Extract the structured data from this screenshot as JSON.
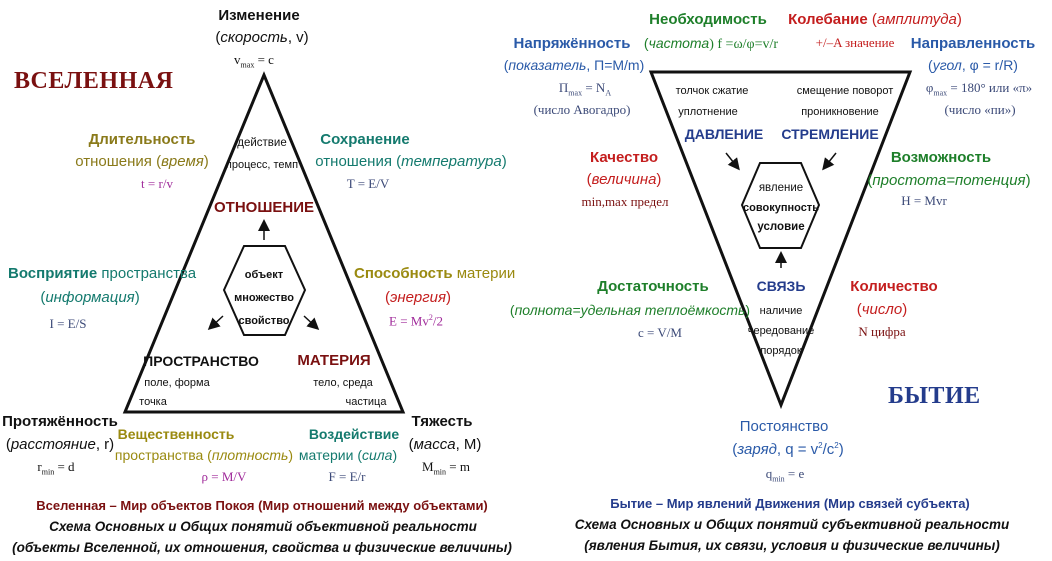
{
  "colors": {
    "black": "#111111",
    "olive": "#8a7a1a",
    "olive_dark": "#9a8a10",
    "teal": "#147a6e",
    "maroon": "#7a1010",
    "red": "#c41e1e",
    "blue": "#2a5aa8",
    "navy": "#243c8c",
    "green": "#1e7f2a",
    "purple": "#a02a9a",
    "slate": "#3c4a78"
  },
  "left": {
    "banner": "ВСЕЛЕННАЯ",
    "top": {
      "title": "Изменение",
      "sub_open": "(",
      "sub_it": "скорость",
      "sub_tail": ", v)",
      "formula": "v",
      "formula_sub": "max",
      "formula_tail": " = c"
    },
    "duration": {
      "title": "Длительность",
      "line2_a": "отношения (",
      "line2_it": "время",
      "line2_b": ")",
      "formula": "t = r/v"
    },
    "conservation": {
      "title": "Сохранение",
      "line2_a": "отношения (",
      "line2_it": "температура",
      "line2_b": ")",
      "formula": "T = E/V"
    },
    "perception": {
      "title": "Восприятие",
      "title_tail": " пространства",
      "line2_a": "(",
      "line2_it": "информация",
      "line2_b": ")",
      "formula": "I = E/S"
    },
    "ability": {
      "title": "Способность",
      "title_tail": " материи",
      "line2_a": "(",
      "line2_it": "энергия",
      "line2_b": ")",
      "formula": "E = Mv",
      "formula_sup": "2",
      "formula_tail": "/2"
    },
    "extent": {
      "title": "Протяжённость",
      "line2_a": "(",
      "line2_it": "расстояние",
      "line2_b": ", r)",
      "formula": "r",
      "formula_sub": "min",
      "formula_tail": " = d"
    },
    "heaviness": {
      "title": "Тяжесть",
      "line2_a": "(",
      "line2_it": "масса",
      "line2_b": ", M)",
      "formula": "M",
      "formula_sub": "min",
      "formula_tail": " = m"
    },
    "substantiality": {
      "title": "Вещественность",
      "line2_a": "пространства (",
      "line2_it": "плотность",
      "line2_b": ")",
      "formula": "ρ = M/V"
    },
    "impact": {
      "title": "Воздействие",
      "line2_a": "материи (",
      "line2_it": "сила",
      "line2_b": ")",
      "formula": "F = E/r"
    },
    "inner": {
      "top_1": "действие",
      "top_2": "процесс, темп",
      "relation": "ОТНОШЕНИЕ",
      "hex_1": "объект",
      "hex_2": "множество",
      "hex_3": "свойство",
      "space": "ПРОСТРАНСТВО",
      "space_1": "поле, форма",
      "space_2": "точка",
      "matter": "МАТЕРИЯ",
      "matter_1": "тело, среда",
      "matter_2": "частица"
    },
    "caption": {
      "line1": "Вселенная – Мир объектов Покоя (Мир отношений между объектами)",
      "line2": "Схема Основных и Общих понятий объективной реальности",
      "line3": "(объекты Вселенной, их отношения, свойства и физические величины)"
    }
  },
  "right": {
    "banner": "БЫТИЕ",
    "necessity": {
      "title": "Необходимость",
      "line2_a": "(",
      "line2_it": "частота",
      "line2_b": ") f =ω/φ=v/r"
    },
    "oscillation": {
      "title": "Колебание",
      "title_a": " (",
      "title_it": "амплитуда",
      "title_b": ")",
      "line2": "+/–A значение"
    },
    "tension": {
      "title": "Напряжённость",
      "line2_a": "(",
      "line2_it": "показатель",
      "line2_b": ", П=M/m)",
      "formula": "П",
      "formula_sub": "max",
      "formula_tail": " = N",
      "formula_sub2": "A",
      "line4": "(число Авогадро)"
    },
    "direction": {
      "title": "Направленность",
      "line2_a": "(",
      "line2_it": "угол",
      "line2_b": ", φ = r/R)",
      "formula": "φ",
      "formula_sub": "max",
      "formula_tail": " = 180° или «π»",
      "line4": "(число «пи»)"
    },
    "quality": {
      "title": "Качество",
      "line2_a": "(",
      "line2_it": "величина",
      "line2_b": ")",
      "formula": "min,max предел"
    },
    "possibility": {
      "title": "Возможность",
      "line2_a": "(",
      "line2_it": "простота=потенция",
      "line2_b": ")",
      "formula": "H = Mvr"
    },
    "sufficiency": {
      "title": "Достаточность",
      "line2_a": "(",
      "line2_it": "полнота=удельная теплоёмкость",
      "line2_b": ")",
      "formula": "c = V/M"
    },
    "quantity": {
      "title": "Количество",
      "line2_a": "(",
      "line2_it": "число",
      "line2_b": ")",
      "formula": "N цифра"
    },
    "constancy": {
      "title": "Постоянство",
      "line2_a": "(",
      "line2_it": "заряд",
      "line2_b": ", q = v",
      "line2_sup": "2",
      "line2_c": "/c",
      "line2_sup2": "2",
      "line2_d": ")",
      "formula": "q",
      "formula_sub": "min",
      "formula_tail": " = e"
    },
    "inner": {
      "pressure_1": "толчок сжатие",
      "pressure_2": "уплотнение",
      "pressure": "ДАВЛЕНИЕ",
      "striving_1": "смещение поворот",
      "striving_2": "проникновение",
      "striving": "СТРЕМЛЕНИЕ",
      "hex_1": "явление",
      "hex_2": "совокупность",
      "hex_3": "условие",
      "link": "СВЯЗЬ",
      "link_1": "наличие",
      "link_2": "чередование",
      "link_3": "порядок"
    },
    "caption": {
      "line1": "Бытие – Мир явлений Движения (Мир связей субъекта)",
      "line2": "Схема Основных и Общих понятий субъективной реальности",
      "line3": "(явления Бытия, их связи, условия и физические величины)"
    }
  }
}
